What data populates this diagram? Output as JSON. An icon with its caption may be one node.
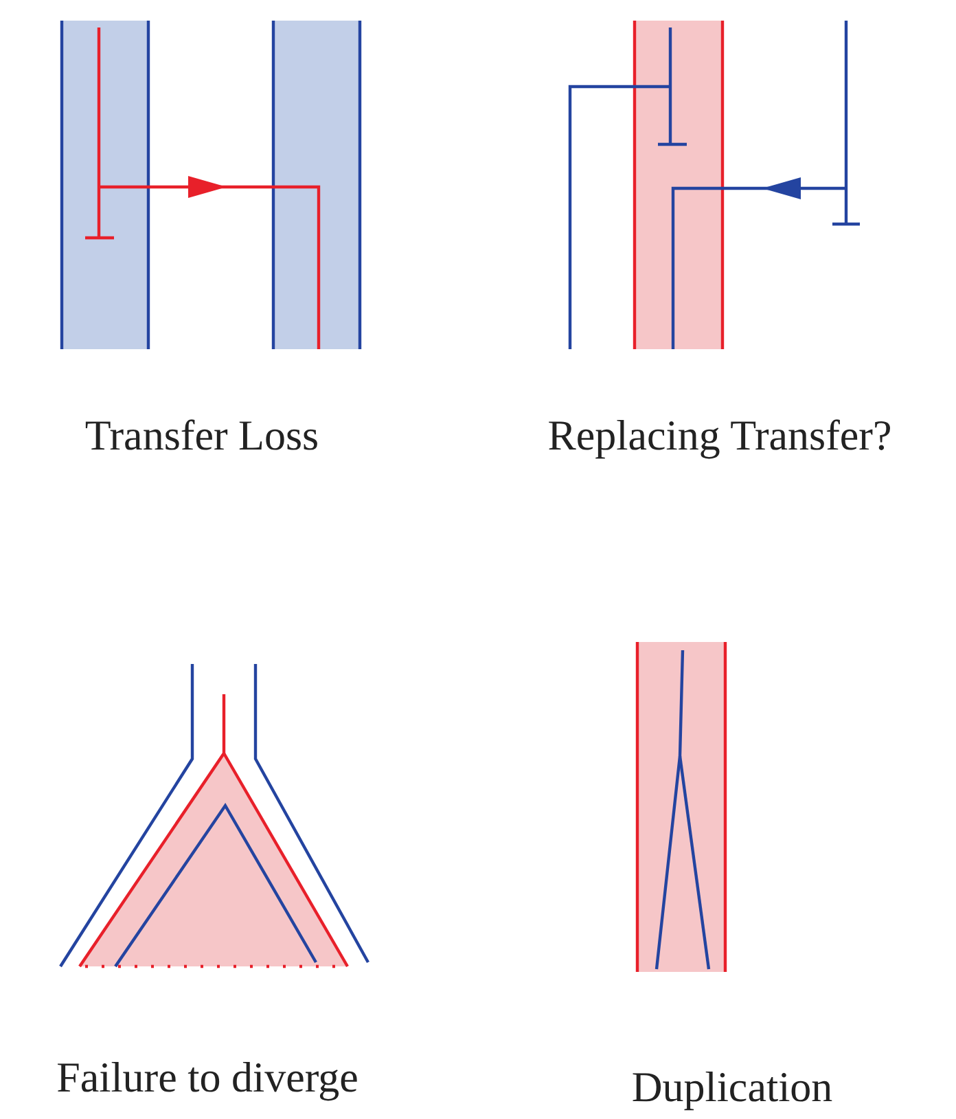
{
  "diagram": {
    "labels": [
      "Transfer Loss",
      "Replacing Transfer?",
      "Failure to diverge",
      "Duplication"
    ]
  }
}
